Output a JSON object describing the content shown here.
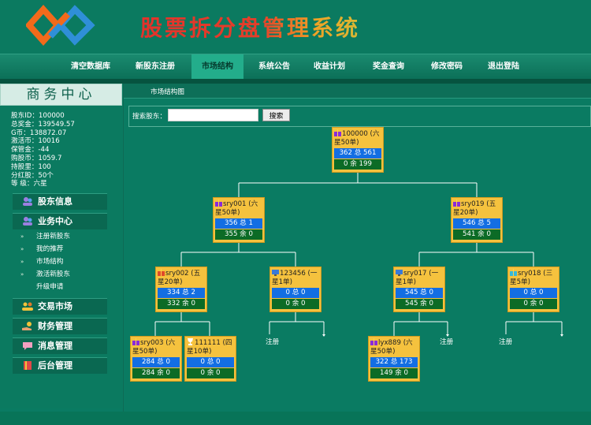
{
  "header": {
    "title": "股票拆分盘管理系统",
    "logo": "logo-icon",
    "colors": {
      "accent": "#f5c23e",
      "brand_green": "#0b7a60"
    }
  },
  "nav": {
    "items": [
      "清空数据库",
      "新股东注册",
      "市场结构",
      "系统公告",
      "收益计划",
      "奖金查询",
      "修改密码",
      "退出登陆"
    ],
    "active": "市场结构"
  },
  "sidebar": {
    "title": "商务中心",
    "info": [
      "股东ID：100000",
      "总奖金：139549.57",
      "G币：138872.07",
      "激活币：10016",
      "保管金：-44",
      "购股币：1059.7",
      "持股里：100",
      "分红股：50个",
      "等    级：六星"
    ],
    "menus": [
      {
        "label": "股东信息",
        "icon": "user-group-icon"
      },
      {
        "label": "业务中心",
        "icon": "user-group-icon"
      },
      {
        "label": "交易市场",
        "icon": "people-icon"
      },
      {
        "label": "财务管理",
        "icon": "hand-coin-icon"
      },
      {
        "label": "消息管理",
        "icon": "message-icon"
      },
      {
        "label": "后台管理",
        "icon": "book-icon"
      }
    ],
    "submenu": [
      "注册新股东",
      "我的推荐",
      "市场结构",
      "激活新股东",
      "升级申请"
    ],
    "submenu_arrow": "»"
  },
  "content": {
    "breadcrumb": "市场结构图",
    "search": {
      "label": "搜索股东：",
      "value": "",
      "button": "搜索"
    },
    "tree": {
      "n0": {
        "title": "100000 (六星50单)",
        "mid": "362 总 561",
        "bot": "0 余 199",
        "icon": "gift-icon"
      },
      "n1": {
        "title": "sry001 (六星50单)",
        "mid": "356 总 1",
        "bot": "355 余 0",
        "icon": "gift-icon"
      },
      "n2": {
        "title": "sry019 (五星20单)",
        "mid": "546 总 5",
        "bot": "541 余 0",
        "icon": "gift-icon"
      },
      "n3": {
        "title": "sry002 (五星20单)",
        "mid": "334 总 2",
        "bot": "332 余 0",
        "icon": "gift-icon"
      },
      "n4": {
        "title": "123456 (一星1单)",
        "mid": "0 总 0",
        "bot": "0 余 0",
        "icon": "computer-icon"
      },
      "n5": {
        "title": "sry017 (一星1单)",
        "mid": "545 总 0",
        "bot": "545 余 0",
        "icon": "computer-icon"
      },
      "n6": {
        "title": "sry018 (三星5单)",
        "mid": "0 总 0",
        "bot": "0 余 0",
        "icon": "gift-icon"
      },
      "n7": {
        "title": "sry003 (六星50单)",
        "mid": "284 总 0",
        "bot": "284 余 0",
        "icon": "gift-icon"
      },
      "n8": {
        "title": "111111 (四星10单)",
        "mid": "0 总 0",
        "bot": "0 余 0",
        "icon": "trophy-icon"
      },
      "n9": {
        "title": "lyx889 (六星50单)",
        "mid": "322 总 173",
        "bot": "149 余 0",
        "icon": "gift-icon"
      }
    },
    "register_label": "注册"
  }
}
